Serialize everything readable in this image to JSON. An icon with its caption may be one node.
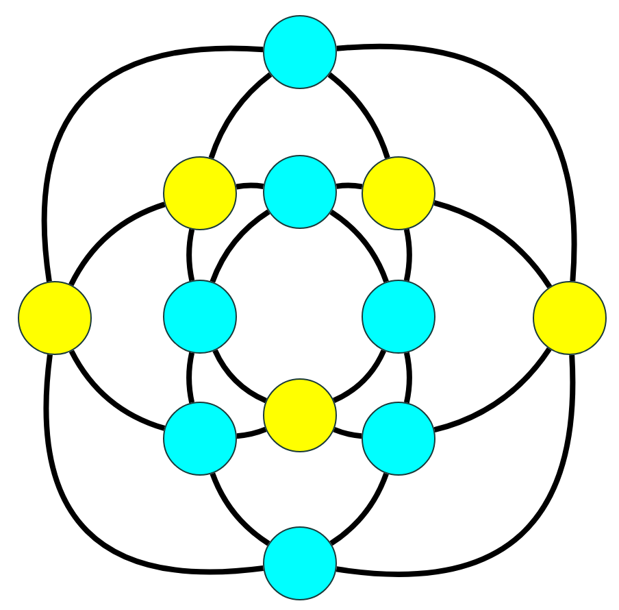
{
  "diagram": {
    "nodes": [
      {
        "text": [],
        "shape": "circle"
      },
      {
        "text": [],
        "shape": "circle"
      },
      {
        "text": [],
        "shape": "circle"
      },
      {
        "text": [],
        "shape": "circle"
      },
      {
        "text": [],
        "shape": "circle"
      },
      {
        "text": [],
        "shape": "circle"
      },
      {
        "text": [],
        "shape": "circle"
      },
      {
        "text": [],
        "shape": "circle"
      },
      {
        "text": [],
        "shape": "circle"
      },
      {
        "text": [],
        "shape": "circle"
      },
      {
        "text": [],
        "shape": "circle"
      },
      {
        "text": [],
        "shape": "circle"
      }
    ],
    "edges": [
      {
        "from": 0,
        "to": 4,
        "arrow": "none"
      },
      {
        "from": 0,
        "to": 7,
        "arrow": "none"
      },
      {
        "from": 0,
        "to": 1,
        "arrow": "none"
      },
      {
        "from": 0,
        "to": 3,
        "arrow": "none"
      },
      {
        "from": 1,
        "to": 2,
        "arrow": "none"
      },
      {
        "from": 2,
        "to": 3,
        "arrow": "none"
      },
      {
        "from": 1,
        "to": 4,
        "arrow": "none"
      },
      {
        "from": 3,
        "to": 7,
        "arrow": "none"
      },
      {
        "from": 1,
        "to": 5,
        "arrow": "none"
      },
      {
        "from": 3,
        "to": 6,
        "arrow": "none"
      },
      {
        "from": 2,
        "to": 5,
        "arrow": "none"
      },
      {
        "from": 2,
        "to": 6,
        "arrow": "none"
      },
      {
        "from": 4,
        "to": 11,
        "arrow": "none"
      },
      {
        "from": 7,
        "to": 11,
        "arrow": "none"
      },
      {
        "from": 4,
        "to": 8,
        "arrow": "none"
      },
      {
        "from": 7,
        "to": 10,
        "arrow": "none"
      },
      {
        "from": 5,
        "to": 8,
        "arrow": "none"
      },
      {
        "from": 6,
        "to": 10,
        "arrow": "none"
      },
      {
        "from": 5,
        "to": 9,
        "arrow": "none"
      },
      {
        "from": 6,
        "to": 9,
        "arrow": "none"
      },
      {
        "from": 8,
        "to": 9,
        "arrow": "none"
      },
      {
        "from": 9,
        "to": 10,
        "arrow": "none"
      },
      {
        "from": 8,
        "to": 11,
        "arrow": "none"
      },
      {
        "from": 10,
        "to": 11,
        "arrow": "none"
      }
    ]
  }
}
